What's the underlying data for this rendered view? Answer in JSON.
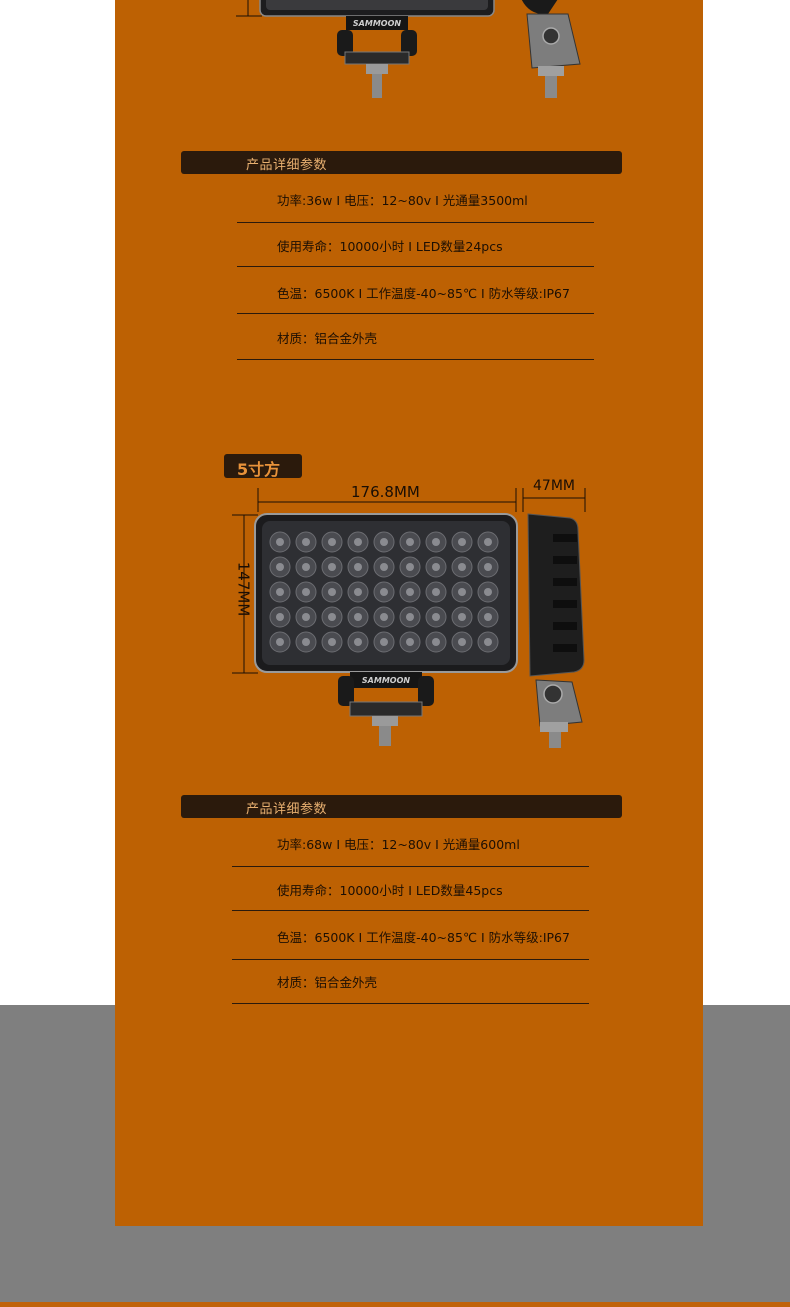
{
  "section_top": {
    "header_title": "产品详细参数",
    "specs": [
      "功率:36w  I 电压：12~80v  I 光通量3500ml",
      "使用寿命：10000小时 I LED数量24pcs",
      "色温：6500K I 工作温度-40~85℃ I 防水等级:IP67",
      "材质：铝合金外壳"
    ],
    "brand": "SAMMOON"
  },
  "section_bottom": {
    "size_tag": "5寸方",
    "width_dim": "176.8MM",
    "depth_dim": "47MM",
    "height_dim": "147MM",
    "brand": "SAMMOON",
    "header_title": "产品详细参数",
    "specs": [
      "功率:68w  I 电压：12~80v  I 光通量600ml",
      "使用寿命：10000小时 I LED数量45pcs",
      "色温：6500K I 工作温度-40~85℃ I 防水等级:IP67",
      "材质：铝合金外壳"
    ]
  },
  "colors": {
    "panel": "#bd6103",
    "dark": "#2b1a0c",
    "header_text": "#e8b070",
    "background_gray": "#7f7f7f"
  }
}
